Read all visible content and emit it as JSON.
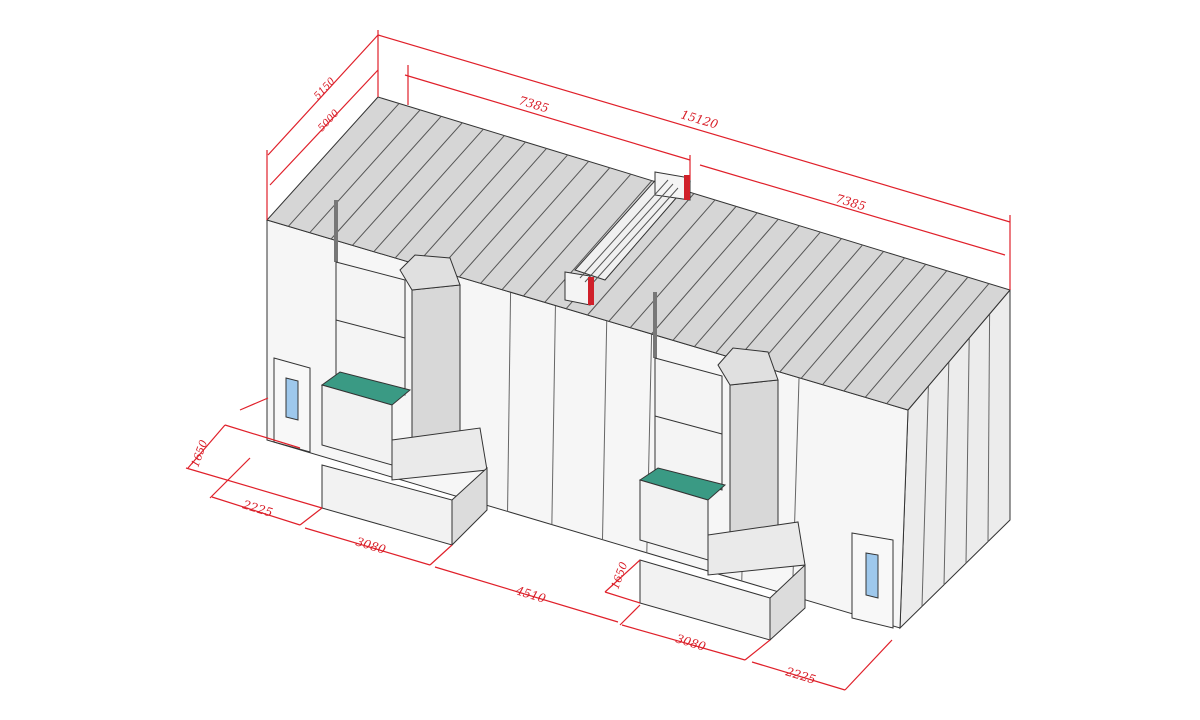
{
  "drawing": {
    "colors": {
      "dimension": "#e0202a",
      "roof": "#d4d4d4",
      "wall": "#f4f4f4",
      "unit": "#ececec",
      "filter_top": "#3a9a84",
      "heater_accent": "#d0202a"
    },
    "dimensions": {
      "overall_length": "15120",
      "half_length_left": "7385",
      "half_length_right": "7385",
      "overall_width": "5150",
      "inner_width": "5000",
      "left_unit_offset_depth": "1650",
      "left_door_offset": "2225",
      "left_unit_length": "3080",
      "unit_spacing": "4510",
      "right_unit_offset_depth": "1650",
      "right_unit_length": "3080",
      "right_door_offset": "2225"
    }
  }
}
